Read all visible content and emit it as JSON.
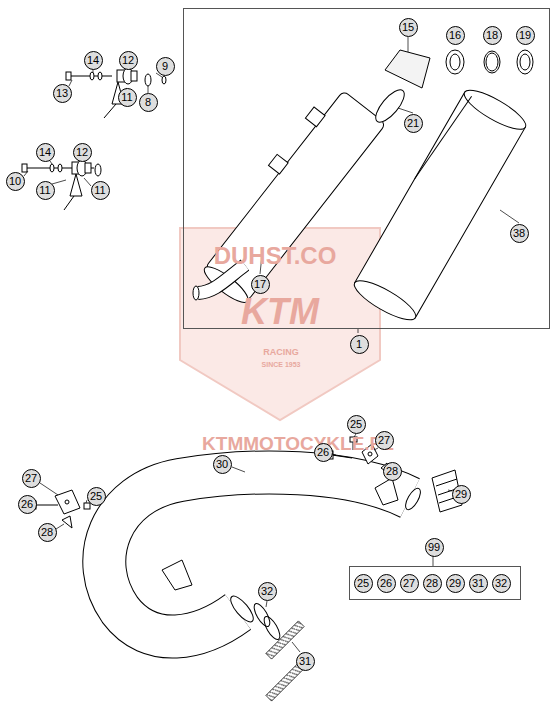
{
  "diagram": {
    "nodes": [
      {
        "text": [
          "14"
        ]
      },
      {
        "text": [
          "12"
        ]
      },
      {
        "text": [
          "9"
        ]
      },
      {
        "text": [
          "13"
        ]
      },
      {
        "text": [
          "11"
        ]
      },
      {
        "text": [
          "8"
        ]
      },
      {
        "text": [
          "14"
        ]
      },
      {
        "text": [
          "12"
        ]
      },
      {
        "text": [
          "10"
        ]
      },
      {
        "text": [
          "11"
        ]
      },
      {
        "text": [
          "11"
        ]
      },
      {
        "text": [
          "1"
        ]
      },
      {
        "text": [
          "15"
        ],
        "in": 11
      },
      {
        "text": [
          "16"
        ],
        "in": 11
      },
      {
        "text": [
          "18"
        ],
        "in": 11
      },
      {
        "text": [
          "19"
        ],
        "in": 11
      },
      {
        "text": [
          "21"
        ],
        "in": 11
      },
      {
        "text": [
          "38"
        ],
        "in": 11
      },
      {
        "text": [
          "17"
        ],
        "in": 11
      },
      {
        "text": [
          "25"
        ]
      },
      {
        "text": [
          "27"
        ]
      },
      {
        "text": [
          "26"
        ]
      },
      {
        "text": [
          "28"
        ]
      },
      {
        "text": [
          "29"
        ]
      },
      {
        "text": [
          "30"
        ]
      },
      {
        "text": [
          "27"
        ]
      },
      {
        "text": [
          "26"
        ]
      },
      {
        "text": [
          "25"
        ]
      },
      {
        "text": [
          "28"
        ]
      },
      {
        "text": [
          "32"
        ]
      },
      {
        "text": [
          "31"
        ]
      },
      {
        "text": [
          "99"
        ]
      },
      {
        "text": [
          "25"
        ],
        "in": 31
      },
      {
        "text": [
          "26"
        ],
        "in": 31
      },
      {
        "text": [
          "27"
        ],
        "in": 31
      },
      {
        "text": [
          "28"
        ],
        "in": 31
      },
      {
        "text": [
          "29"
        ],
        "in": 31
      },
      {
        "text": [
          "31"
        ],
        "in": 31
      },
      {
        "text": [
          "32"
        ],
        "in": 31
      }
    ],
    "labels": [
      "DUHST.CO",
      "KTM",
      "RACING",
      "SINCE 1953",
      "KTMMOTOCYKLE.PL"
    ]
  }
}
